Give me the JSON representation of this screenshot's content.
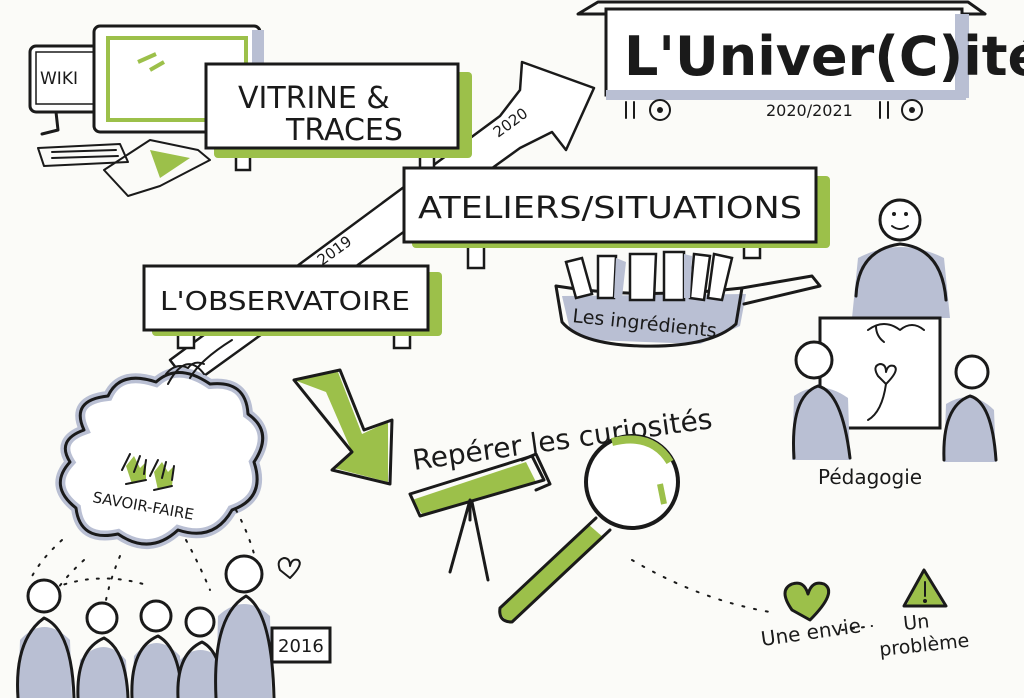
{
  "title": "L'Univer(C)ité",
  "years": "2020/2021",
  "signs": {
    "vitrine_line1": "VITRINE &",
    "vitrine_line2": "TRACES",
    "ateliers": "ATELIERS/SITUATIONS",
    "observatoire": "L'OBSERVATOIRE"
  },
  "arrow_years": {
    "y2019": "2019",
    "y2020": "2020"
  },
  "labels": {
    "wiki": "WIKI",
    "ingredients": "Les ingrédients",
    "curiosites": "Repérer les curiosités",
    "pedagogie": "Pédagogie",
    "savoir_faire": "SAVOIR-FAIRE",
    "year2016": "2016",
    "envie": "Une envie",
    "probleme_line1": "Un",
    "probleme_line2": "problème"
  },
  "colors": {
    "accent_green": "#9cc04a",
    "shadow_grey": "#b9bfd3",
    "ink": "#1a1a1a"
  }
}
